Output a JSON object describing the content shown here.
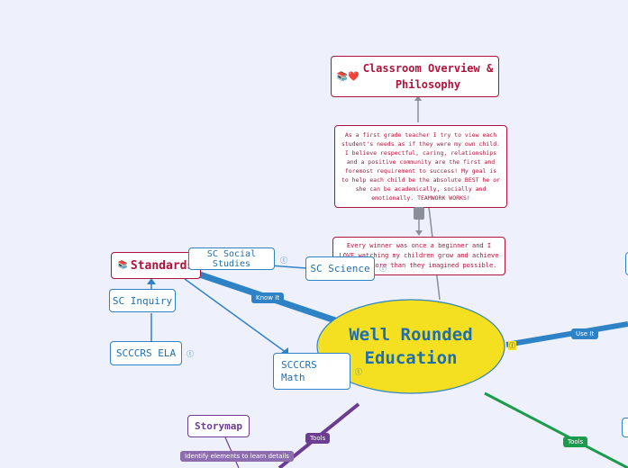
{
  "central": {
    "title_line1": "Well Rounded",
    "title_line2": "Education"
  },
  "classroom": {
    "icons": "📚❤️",
    "title_line1": "Classroom Overview &",
    "title_line2": "Philosophy"
  },
  "philosophy_text": "As a first grade teacher I try to view each student's needs as if they were my own child. I believe respectful, caring, relationships and a positive community are the first and foremost requirement to success! My goal is to help each child be the absolute BEST he or she can be academically, socially and emotionally. TEAMWORK WORKS!",
  "beginner_text": "Every winner was once a beginner and I LOVE watching my children grow and achieve so much more than they imagined possible.",
  "standards": {
    "icon": "📚",
    "label": "Standards"
  },
  "social_studies": "SC Social Studies",
  "science": "SC Science",
  "inquiry": "SC Inquiry",
  "ela": "SCCCRS ELA",
  "math_line1": "SCCCRS",
  "math_line2": "Math",
  "storymap": "Storymap",
  "identify_label": "Identify elements to learn details",
  "edge_labels": {
    "know_it": "Know It",
    "use_it": "Use It",
    "tools_purple": "Tools",
    "tools_green": "Tools"
  },
  "colors": {
    "central_fill": "#f4e021",
    "central_text": "#1f6fae",
    "blue": "#2e83c6",
    "red": "#b0123a",
    "purple": "#6c3c93",
    "green": "#1a9c4c",
    "gray": "#8a8f99"
  }
}
